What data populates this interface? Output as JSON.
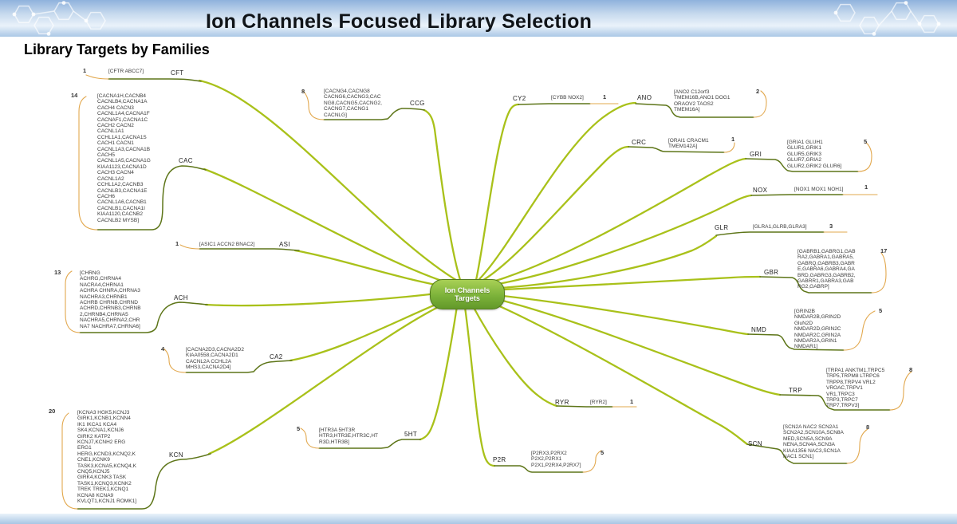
{
  "header": {
    "title": "Ion Channels Focused Library Selection"
  },
  "page": {
    "subtitle": "Library Targets by Families"
  },
  "center_node": {
    "label": "Ion Channels\nTargets"
  },
  "colors": {
    "branch_main": "#a9c11a",
    "branch_dark": "#5d7518",
    "count_connector": "#e2a84e",
    "node_fill": "#7cb23a"
  },
  "branches": {
    "cft": {
      "label": "CFT",
      "count": "1",
      "genes": "[CFTR ABCC7]"
    },
    "cac": {
      "label": "CAC",
      "count": "14",
      "genes": "[CACNA1H,CACNB4\nCACNLB4,CACNA1A\nCACH4 CACN3\nCACNL1A4,CACNA1F\nCACNAF1,CACNA1C\nCACH2 CACN2\nCACNL1A1\nCCHL1A1,CACNA1S\nCACH1 CACN1\nCACNL1A3,CACNA1B\nCACH5\nCACNL1A5,CACNA1G\nKIAA1123,CACNA1D\nCACH3 CACN4\nCACNL1A2\nCCHL1A2,CACNB3\nCACNLB3,CACNA1E\nCACH6\nCACNL1A6,CACNB1\nCACNLB1,CACNA1I\nKIAA1120,CACNB2\nCACNLB2 MYSB]"
    },
    "asi": {
      "label": "ASI",
      "count": "1",
      "genes": "[ASIC1 ACCN2 BNAC2]"
    },
    "ach": {
      "label": "ACH",
      "count": "13",
      "genes": "[CHRNG\nACHRG,CHRNA4\nNACRA4,CHRNA1\nACHRA CHNRA,CHRNA3\nNACHRA3,CHRNB1\nACHRB CHRNB,CHRND\nACHRD,CHRNB3,CHRNB\n2,CHRNB4,CHRNA5\nNACHRA5,CHRNA2,CHR\nNA7 NACHRA7,CHRNA6]"
    },
    "ca2": {
      "label": "CA2",
      "count": "4",
      "genes": "[CACNA2D3,CACNA2D2\nKIAA0558,CACNA2D1\nCACNL2A CCHL2A\nMHS3,CACNA2D4]"
    },
    "kcn": {
      "label": "KCN",
      "count": "20",
      "genes": "[KCNA3 HGK5,KCNJ3\nGIRK1,KCNB1,KCNN4\nIK1 IKCA1 KCA4\nSK4,KCNA1,KCNJ6\nGIRK2 KATP2\nKCNJ7,KCNH2 ERG\nERG1\nHERG,KCND3,KCNQ2,K\nCNE1,KCNK9\nTASK3,KCNA5,KCNQ4,K\nCNQ5,KCNJ5\nGIRK4,KCNK3 TASK\nTASK1,KCNQ3,KCNK2\nTREK TREK1,KCNQ1\nKCNA8 KCNA9\nKVLQT1,KCNJ1 ROMK1]"
    },
    "ccg": {
      "label": "CCG",
      "count": "8",
      "genes": "[CACNG4,CACNG8\nCACNG6,CACNG3,CAC\nNG8,CACNG5,CACNG2,\nCACNG7,CACNG1\nCACNLG]"
    },
    "5ht": {
      "label": "5HT",
      "count": "5",
      "genes": "[HTR3A 5HT3R\nHTR3,HTR3E,HTR3C,HT\nR3D,HTR3B]"
    },
    "cy2": {
      "label": "CY2",
      "count": "1",
      "genes": "[CYBB NOX2]"
    },
    "ano": {
      "label": "ANO",
      "count": "2",
      "genes": "[ANO2 C12orf3\nTMEM16B,ANO1 DOG1\nORAOV2 TAOS2\nTMEM16A]"
    },
    "crc": {
      "label": "CRC",
      "count": "1",
      "genes": "[ORAI1 CRACM1\nTMEM142A]"
    },
    "gri": {
      "label": "GRI",
      "count": "5",
      "genes": "[GRIA1 GLUH1\nGLUR1,GRIK1\nGLUR5,GRIK3\nGLUR7,GRIA2\nGLUR2,GRIK2 GLUR6]"
    },
    "nox": {
      "label": "NOX",
      "count": "1",
      "genes": "[NOX1 MOX1 NOH1]"
    },
    "glr": {
      "label": "GLR",
      "count": "3",
      "genes": "[GLRA1,GLRB,GLRA3]"
    },
    "gbr": {
      "label": "GBR",
      "count": "17",
      "genes": "[GABRB1,GABRG1,GAB\nRA2,GABRA1,GABRA5,\nGABRQ,GABRB3,GABR\nE,GABRA6,GABRA4,GA\nBRD,GABRG3,GABRB2,\nGABRR1,GABRA3,GAB\nRG2,GABRP]"
    },
    "nmd": {
      "label": "NMD",
      "count": "5",
      "genes": "[GRIN2B\nNMDAR2B,GRIN2D\nGluN2D\nNMDAR2D,GRIN2C\nNMDAR2C,GRIN2A\nNMDAR2A,GRIN1\nNMDAR1]"
    },
    "trp": {
      "label": "TRP",
      "count": "8",
      "genes": "[TRPA1 ANKTM1,TRPC5\nTRP5,TRPM8 LTRPC6\nTRPP8,TRPV4 VRL2\nVROAC,TRPV1\nVR1,TRPC3\nTRP3,TRPC7\nTRP7,TRPV3]"
    },
    "scn": {
      "label": "SCN",
      "count": "8",
      "genes": "[SCN2A NAC2 SCN2A1\nSCN2A2,SCN10A,SCN8A\nMED,SCN5A,SCN9A\nNENA,SCN4A,SCN3A\nKIAA1356 NAC3,SCN1A\nNAC1 SCN1]"
    },
    "ryr": {
      "label": "RYR",
      "count": "1",
      "genes": "[RYR2]"
    },
    "p2r": {
      "label": "P2R",
      "count": "5",
      "genes": "[P2RX3,P2RX2\nP2X2,P2RX1\nP2X1,P2RX4,P2RX7]"
    }
  }
}
